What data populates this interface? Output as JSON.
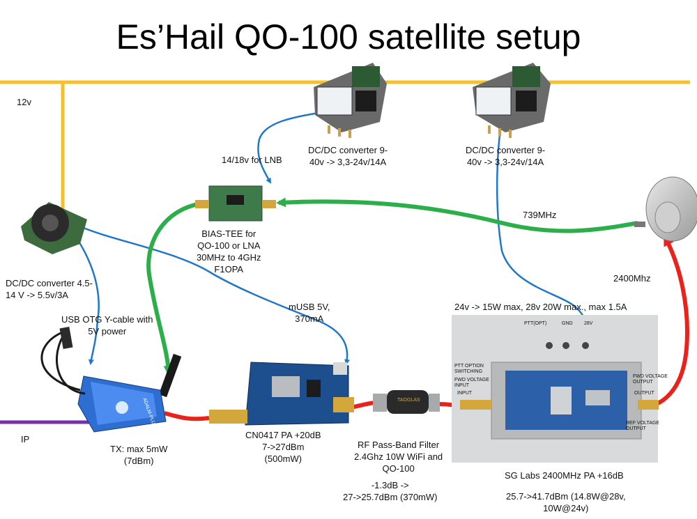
{
  "title": "Es’Hail QO-100 satellite setup",
  "labels": {
    "v12": "12v",
    "dcdc1_a": "DC/DC converter 9-",
    "dcdc1_b": "40v -> 3,3-24v/14A",
    "dcdc2_a": "DC/DC converter 9-",
    "dcdc2_b": "40v -> 3,3-24v/14A",
    "lnb": "14/18v for LNB",
    "bias_a": "BIAS-TEE for",
    "bias_b": "QO-100 or LNA",
    "bias_c": "30MHz to 4GHz",
    "bias_d": "F1OPA",
    "freq_rx": "739MHz",
    "freq_tx": "2400Mhz",
    "dcdc3_a": "DC/DC converter 4.5-",
    "dcdc3_b": "14 V -> 5.5v/3A",
    "otg_a": "USB OTG Y-cable with",
    "otg_b": "5V power",
    "musb_a": "mUSB 5V,",
    "musb_b": "370mA",
    "pa_power": "24v -> 15W max, 28v 20W max., max 1.5A",
    "ip": "IP",
    "tx_a": "TX: max 5mW",
    "tx_b": "(7dBm)",
    "cn_a": "CN0417 PA +20dB",
    "cn_b": "7->27dBm",
    "cn_c": "(500mW)",
    "filt_a": "RF Pass-Band Filter",
    "filt_b": "2.4Ghz 10W WiFi and",
    "filt_c": "QO-100",
    "filt_d": "-1.3dB ->",
    "filt_e": "27->25.7dBm (370mW)",
    "sg_a": "SG Labs 2400MHz PA +16dB",
    "sg_b": "25.7->41.7dBm (14.8W@28v,",
    "sg_c": "10W@24v)"
  },
  "board": {
    "ptt_top": "PTT(OPT)",
    "gnd": "GND",
    "v28": "28V",
    "ptt_sw_a": "PTT OPTION",
    "ptt_sw_b": "SWITCHING",
    "fwd_in_a": "FWD VOLTAGE",
    "fwd_in_b": "INPUT",
    "input": "INPUT",
    "fwd_out_a": "FWD VOLTAGE",
    "fwd_out_b": "OUTPUT",
    "output": "OUTPUT",
    "ref_out_a": "REF VOLTAGE",
    "ref_out_b": "OUTPUT",
    "pluto": "ADALM-PLUTO",
    "filter_brand": "TAOGLAS"
  },
  "colors": {
    "power": "#f5c02a",
    "rf_rx": "#2cae4a",
    "rf_tx": "#e8231c",
    "dc_feed": "#1f77c9",
    "ip": "#7a2fa8"
  }
}
